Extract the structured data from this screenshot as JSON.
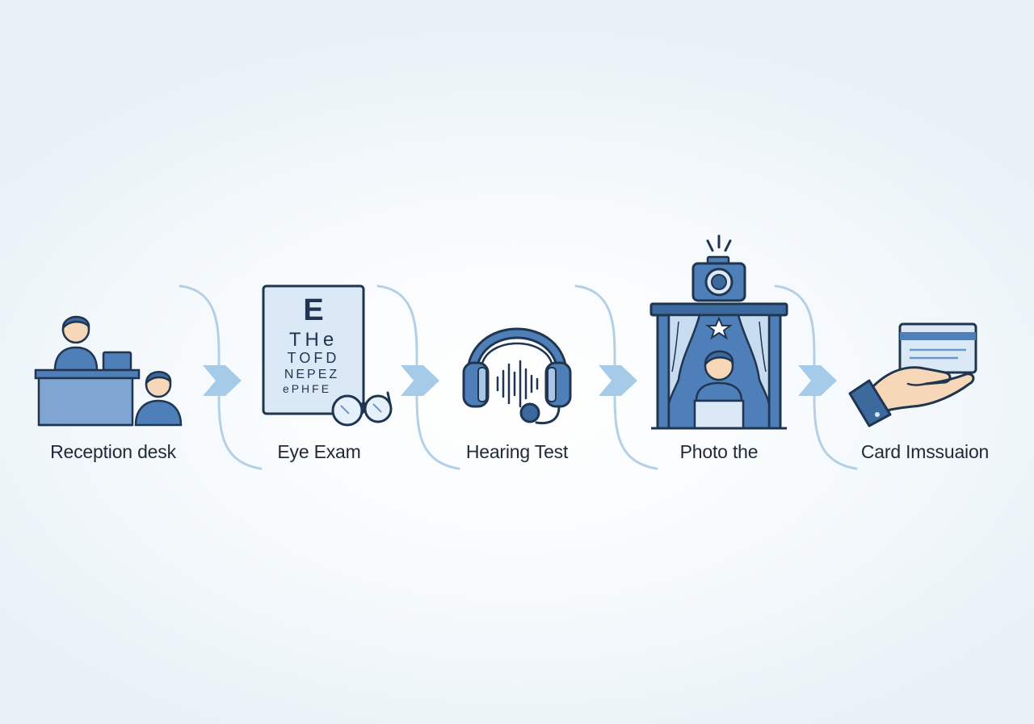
{
  "colors": {
    "dark_blue": "#3d6a9e",
    "mid_blue": "#4f7fb8",
    "light_blue": "#a9c6e6",
    "pale_blue": "#dbe8f5",
    "connector": "#b3d0e6",
    "arrow": "#a6cbe8",
    "outline": "#1f3550",
    "skin": "#f6d7b8"
  },
  "steps": [
    {
      "id": "reception",
      "label": "Reception desk",
      "icon": "reception-desk-icon"
    },
    {
      "id": "eye",
      "label": "Eye Exam",
      "icon": "eye-chart-icon",
      "chart_lines": [
        "E",
        "THe",
        "TOFD",
        "NEPEZ",
        "ePHFE"
      ]
    },
    {
      "id": "hearing",
      "label": "Hearing Test",
      "icon": "headphones-icon"
    },
    {
      "id": "photo",
      "label": "Photo the",
      "icon": "photo-booth-icon"
    },
    {
      "id": "card",
      "label": "Card Imssuaion",
      "icon": "card-hand-icon"
    }
  ]
}
